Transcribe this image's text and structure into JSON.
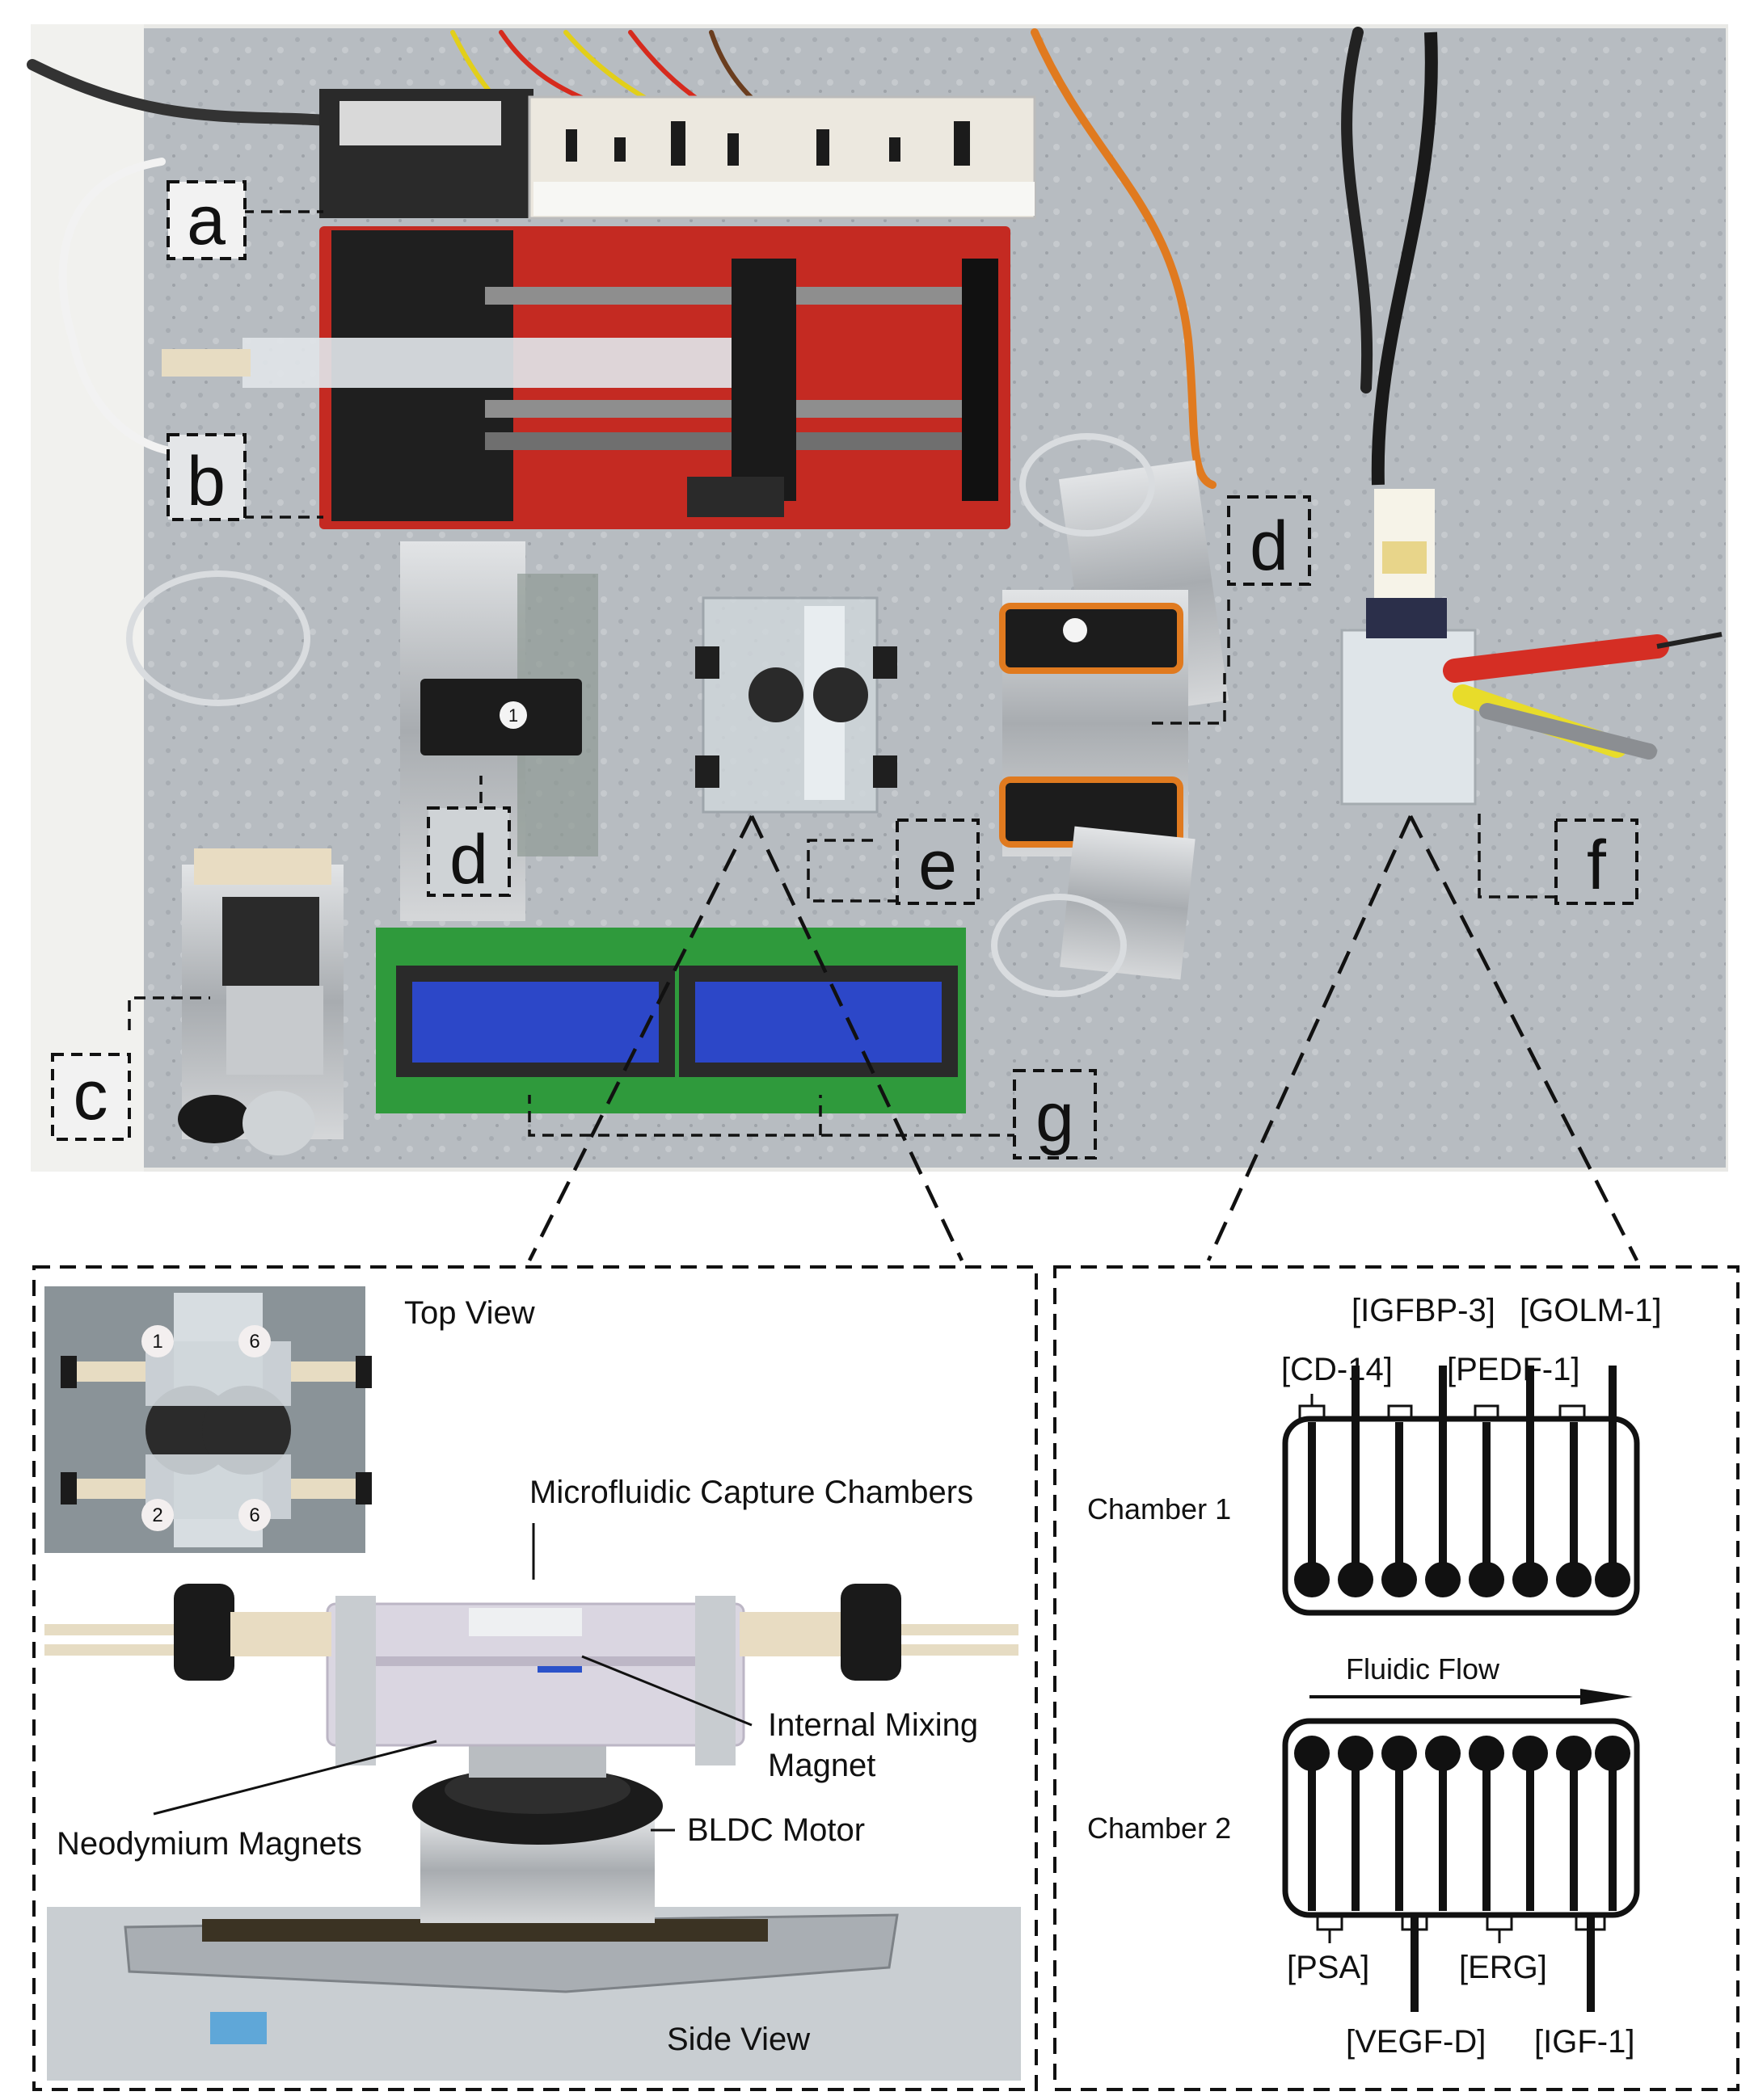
{
  "figure": {
    "callouts": {
      "a": "a",
      "b": "b",
      "c": "c",
      "d1": "d",
      "d2": "d",
      "e": "e",
      "f": "f",
      "g": "g"
    },
    "left_panel": {
      "top_view": "Top View",
      "side_view": "Side View",
      "capture_chambers": "Microfluidic Capture Chambers",
      "mixing_magnet_1": "Internal Mixing",
      "mixing_magnet_2": "Magnet",
      "neodymium": "Neodymium Magnets",
      "bldc": "BLDC Motor",
      "port_labels": [
        "1",
        "6",
        "2",
        "6"
      ]
    },
    "right_panel": {
      "chamber_1": "Chamber 1",
      "chamber_2": "Chamber 2",
      "fluidic_flow": "Fluidic Flow",
      "top_markers": [
        "[CD-14]",
        "[IGFBP-3]",
        "[PEDF-1]",
        "[GOLM-1]"
      ],
      "bottom_markers": [
        "[PSA]",
        "[VEGF-D]",
        "[ERG]",
        "[IGF-1]"
      ]
    },
    "colors": {
      "pump_red": "#c42a22",
      "lcd_blue": "#2c47c8",
      "pcb_green": "#2f9a3c",
      "plate_grey": "#b9bec3",
      "wire_orange": "#e07a1f"
    }
  }
}
